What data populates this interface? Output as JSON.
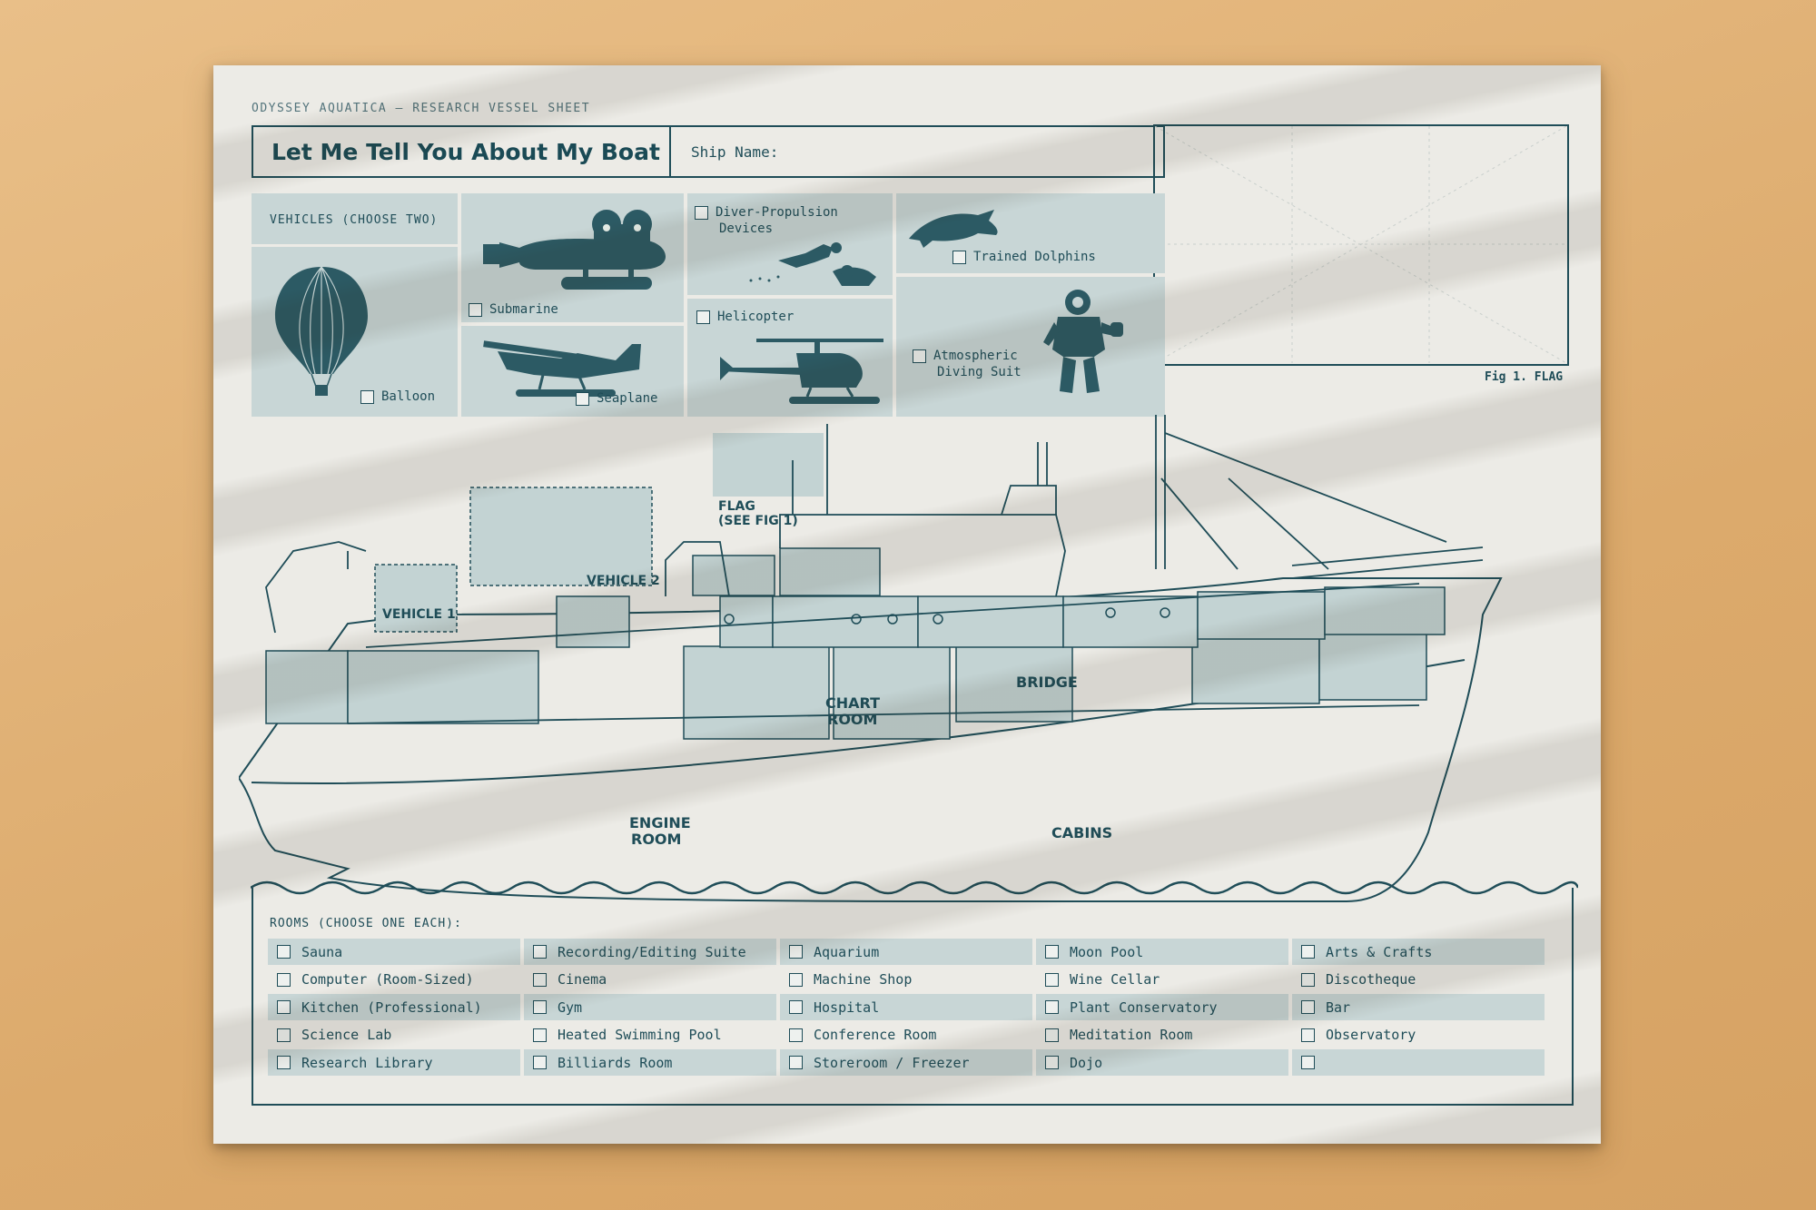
{
  "sheet": {
    "eyebrow": "ODYSSEY AQUATICA — RESEARCH VESSEL SHEET",
    "title": "Let Me Tell You About My Boat",
    "ship_name_label": "Ship Name:",
    "flag_caption": "Fig 1. FLAG"
  },
  "vehicles": {
    "heading": "VEHICLES (CHOOSE TWO)",
    "items": [
      {
        "label": "Balloon",
        "icon": "balloon-icon"
      },
      {
        "label": "Submarine",
        "icon": "submarine-icon"
      },
      {
        "label": "Seaplane",
        "icon": "seaplane-icon"
      },
      {
        "label": "Diver-Propulsion Devices",
        "line1": "Diver-Propulsion",
        "line2": "Devices",
        "icon": "diver-icon"
      },
      {
        "label": "Helicopter",
        "icon": "helicopter-icon"
      },
      {
        "label": "Trained Dolphins",
        "icon": "dolphin-icon"
      },
      {
        "label": "Atmospheric Diving Suit",
        "line1": "Atmospheric",
        "line2": "Diving Suit",
        "icon": "diving-suit-icon"
      }
    ]
  },
  "ship": {
    "flag_label_1": "FLAG",
    "flag_label_2": "(SEE FIG 1)",
    "vehicle2": "VEHICLE 2",
    "vehicle1": "VEHICLE 1",
    "chart_room_1": "CHART",
    "chart_room_2": "ROOM",
    "bridge": "BRIDGE",
    "engine_room_1": "ENGINE",
    "engine_room_2": "ROOM",
    "cabins": "CABINS"
  },
  "rooms": {
    "heading": "ROOMS (CHOOSE ONE EACH):",
    "rows": [
      [
        "Sauna",
        "Recording/Editing Suite",
        "Aquarium",
        "Moon Pool",
        "Arts & Crafts"
      ],
      [
        "Computer (Room-Sized)",
        "Cinema",
        "Machine Shop",
        "Wine Cellar",
        "Discotheque"
      ],
      [
        "Kitchen (Professional)",
        "Gym",
        "Hospital",
        "Plant Conservatory",
        "Bar"
      ],
      [
        "Science Lab",
        "Heated Swimming Pool",
        "Conference Room",
        "Meditation Room",
        "Observatory"
      ],
      [
        "Research Library",
        "Billiards Room",
        "Storeroom / Freezer",
        "Dojo",
        ""
      ]
    ]
  },
  "colors": {
    "ink": "#1f4d58",
    "panel": "#c8d6d6",
    "paper": "#ecebe6",
    "background": "#e3b57a"
  }
}
